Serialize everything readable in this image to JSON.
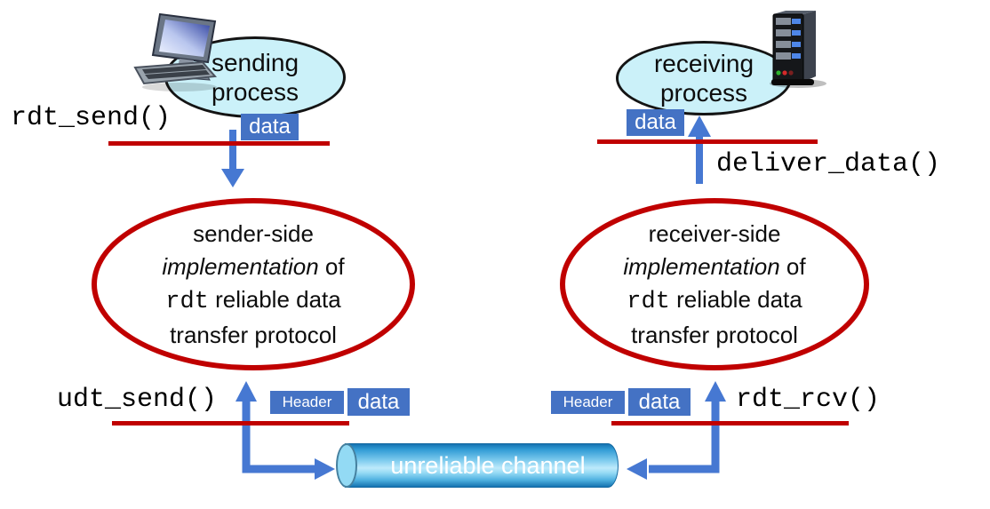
{
  "colors": {
    "accent_blue": "#4472C4",
    "arrow_blue": "#4678D2",
    "line_red": "#C00000",
    "process_fill": "#CBF1F9",
    "text_black": "#0d0d0d"
  },
  "sender": {
    "process": {
      "line1": "sending",
      "line2": "process"
    },
    "call_top": "rdt_send()",
    "data_label": "data",
    "ellipse": {
      "line1": "sender-side",
      "line2_italic": "implementation",
      "line2_rest": " of",
      "line3_mono": "rdt",
      "line3_rest": " reliable data",
      "line4": "transfer protocol"
    },
    "call_bottom": "udt_send()",
    "header_label": "Header",
    "packet_data_label": "data"
  },
  "receiver": {
    "process": {
      "line1": "receiving",
      "line2": "process"
    },
    "call_top": "deliver_data()",
    "data_label": "data",
    "ellipse": {
      "line1": "receiver-side",
      "line2_italic": "implementation",
      "line2_rest": " of",
      "line3_mono": "rdt",
      "line3_rest": " reliable data",
      "line4": "transfer protocol"
    },
    "call_bottom": "rdt_rcv()",
    "header_label": "Header",
    "packet_data_label": "data"
  },
  "channel": {
    "label": "unreliable channel"
  },
  "icons": {
    "computer": "desktop-computer-icon",
    "server": "server-icon",
    "sender_down_arrow": "arrow-down",
    "sender_up_elbow_arrow": "arrow-up-and-right",
    "receiver_up_arrow": "arrow-up",
    "receiver_up_elbow_arrow": "arrow-up-and-left"
  }
}
